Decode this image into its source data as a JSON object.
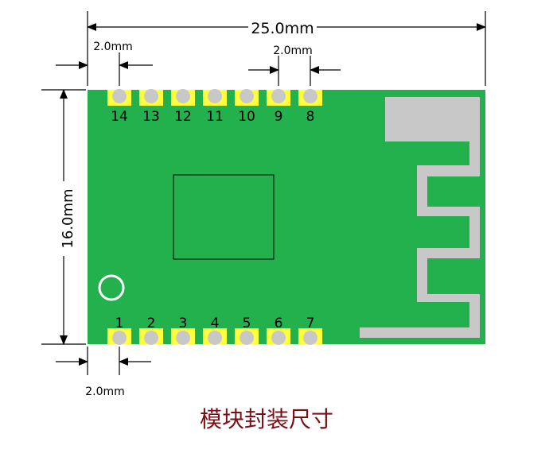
{
  "dimensions": {
    "total_width": "25.0mm",
    "top_left_offset": "2.0mm",
    "pin_pitch": "2.0mm",
    "total_height": "16.0mm",
    "bottom_left_offset": "2.0mm"
  },
  "pins": {
    "top_row": [
      "14",
      "13",
      "12",
      "11",
      "10",
      "9",
      "8"
    ],
    "bottom_row": [
      "1",
      "2",
      "3",
      "4",
      "5",
      "6",
      "7"
    ]
  },
  "colors": {
    "board": "#22b14c",
    "pad": "#ffff3a",
    "pad_center": "#c8c8c8",
    "antenna": "#c8c8c8",
    "caption": "#7a1016",
    "line": "#000000"
  },
  "caption": "模块封装尺寸"
}
